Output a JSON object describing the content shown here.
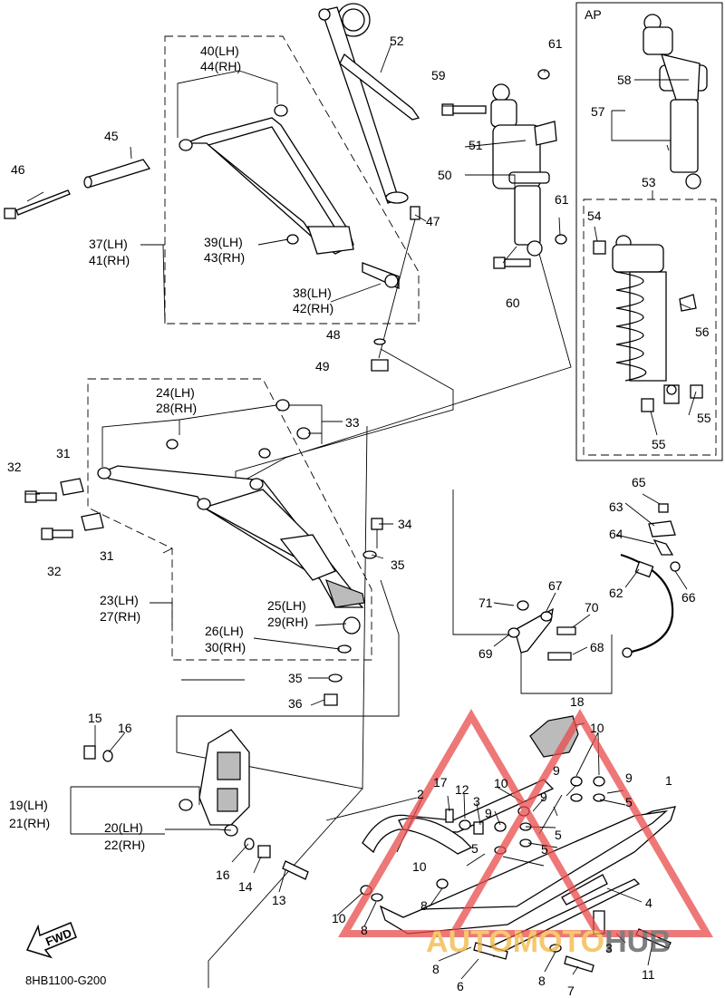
{
  "diagram_code": "8HB1100-G200",
  "inset": {
    "title": "AP"
  },
  "fwd_label": "FWD",
  "watermark": {
    "part_a": "AUTOMOTO",
    "part_b": "HUB",
    "color_a": "#f2b640",
    "color_b": "#555555",
    "mark_color": "#e84b4b"
  },
  "callouts": {
    "c1": "1",
    "c2": "2",
    "c3a": "3",
    "c3b": "3",
    "c4": "4",
    "c5a": "5",
    "c5b": "5",
    "c5c": "5",
    "c5d": "5",
    "c6": "6",
    "c7": "7",
    "c8a": "8",
    "c8b": "8",
    "c8c": "8",
    "c8d": "8",
    "c9a": "9",
    "c9b": "9",
    "c9c": "9",
    "c9d": "9",
    "c10a": "10",
    "c10b": "10",
    "c10c": "10",
    "c10d": "10",
    "c11": "11",
    "c12": "12",
    "c13": "13",
    "c14": "14",
    "c15": "15",
    "c16a": "16",
    "c16b": "16",
    "c17": "17",
    "c18": "18",
    "c19": "19(LH)",
    "c21": "21(RH)",
    "c20": "20(LH)",
    "c22": "22(RH)",
    "c23": "23(LH)",
    "c27": "27(RH)",
    "c24": "24(LH)",
    "c28": "28(RH)",
    "c25": "25(LH)",
    "c29": "29(RH)",
    "c26": "26(LH)",
    "c30": "30(RH)",
    "c31a": "31",
    "c31b": "31",
    "c32a": "32",
    "c32b": "32",
    "c33": "33",
    "c34": "34",
    "c35a": "35",
    "c35b": "35",
    "c36": "36",
    "c37": "37(LH)",
    "c41": "41(RH)",
    "c38": "38(LH)",
    "c42": "42(RH)",
    "c39": "39(LH)",
    "c43": "43(RH)",
    "c40": "40(LH)",
    "c44": "44(RH)",
    "c45": "45",
    "c46": "46",
    "c47": "47",
    "c48": "48",
    "c49": "49",
    "c50": "50",
    "c51": "51",
    "c52": "52",
    "c53": "53",
    "c54": "54",
    "c55a": "55",
    "c55b": "55",
    "c56": "56",
    "c57": "57",
    "c58": "58",
    "c59": "59",
    "c60": "60",
    "c61a": "61",
    "c61b": "61",
    "c62": "62",
    "c63": "63",
    "c64": "64",
    "c65": "65",
    "c66": "66",
    "c67": "67",
    "c68": "68",
    "c69": "69",
    "c70": "70",
    "c71": "71"
  }
}
